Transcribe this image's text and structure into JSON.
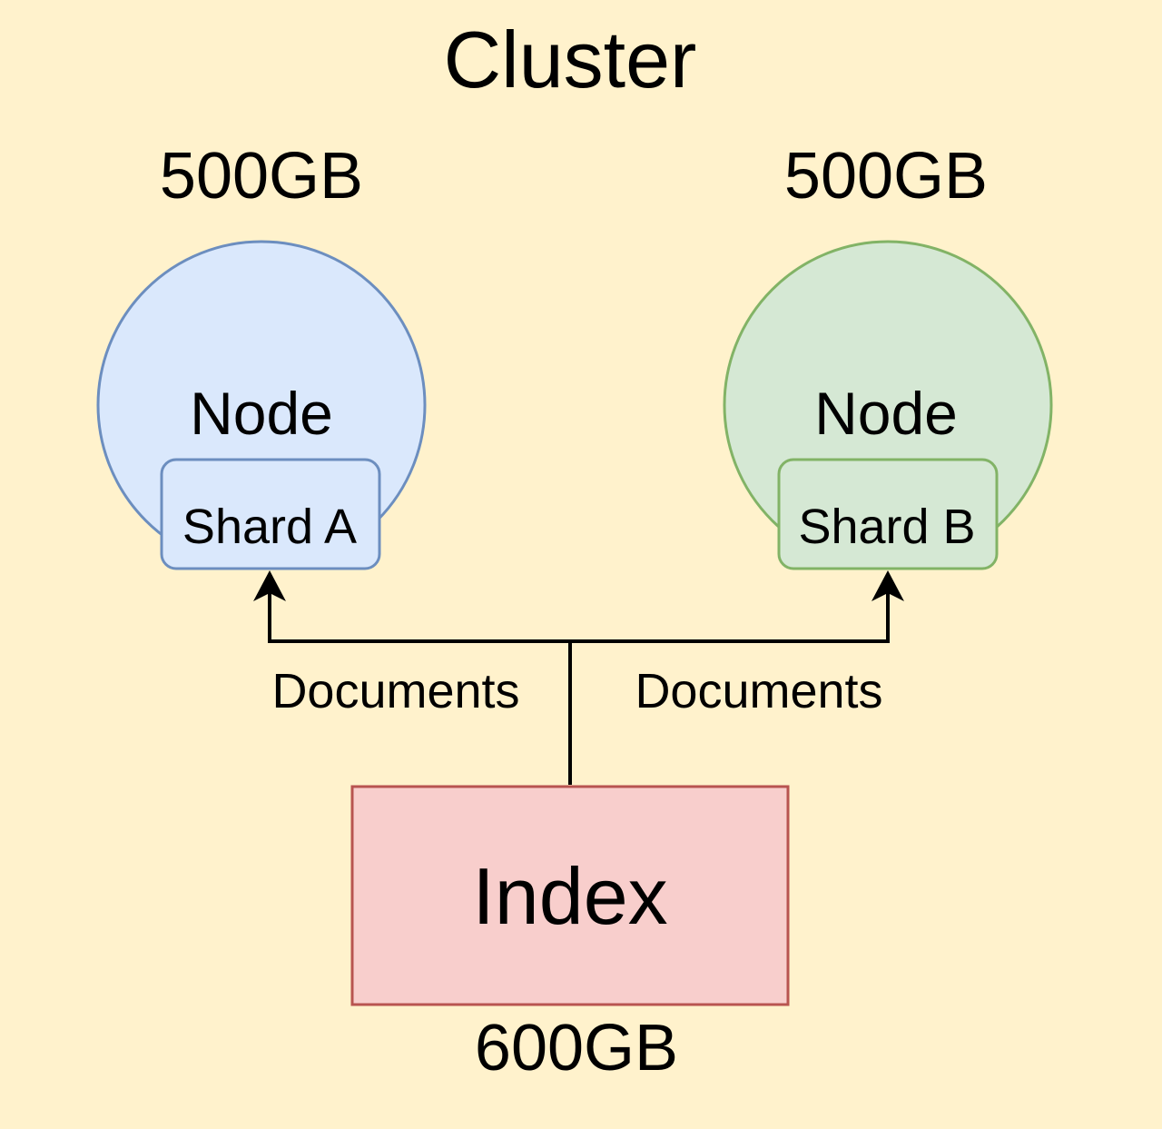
{
  "cluster": {
    "title": "Cluster"
  },
  "nodes": [
    {
      "capacity": "500GB",
      "label": "Node",
      "shard_label": "Shard A",
      "fill": "#dae8fc",
      "stroke": "#6c8ebf"
    },
    {
      "capacity": "500GB",
      "label": "Node",
      "shard_label": "Shard B",
      "fill": "#d5e8d4",
      "stroke": "#82b366"
    }
  ],
  "edges": [
    {
      "label": "Documents"
    },
    {
      "label": "Documents"
    }
  ],
  "index": {
    "label": "Index",
    "size": "600GB",
    "fill": "#f8cecc",
    "stroke": "#b85450"
  },
  "colors": {
    "background": "#fff2cc",
    "connector": "#000000"
  }
}
